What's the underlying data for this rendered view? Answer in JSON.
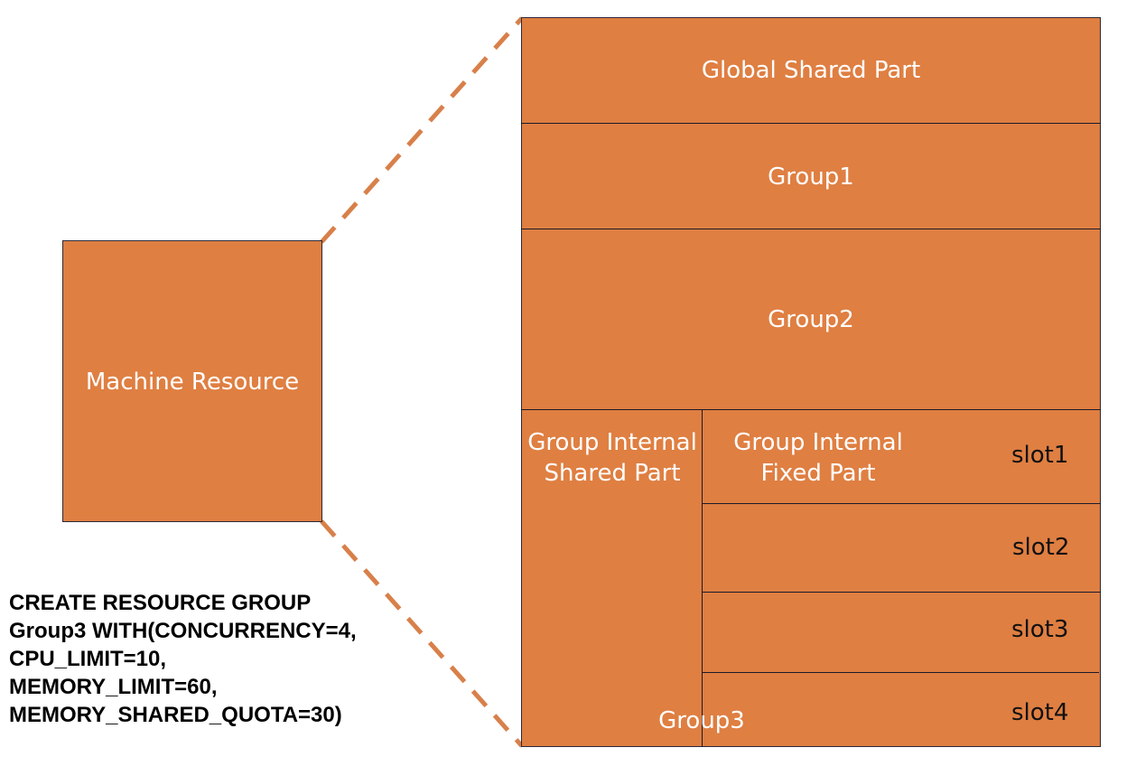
{
  "machine": {
    "label": "Machine Resource"
  },
  "stack": {
    "global_shared": "Global Shared Part",
    "group1": "Group1",
    "group2": "Group2",
    "group3": {
      "internal_shared": [
        "Group Internal",
        "Shared Part"
      ],
      "internal_fixed": [
        "Group Internal",
        "Fixed Part"
      ],
      "slots": [
        "slot1",
        "slot2",
        "slot3",
        "slot4"
      ],
      "name": "Group3"
    }
  },
  "sql": {
    "lines": [
      "CREATE RESOURCE GROUP",
      "Group3 WITH(CONCURRENCY=4,",
      "CPU_LIMIT=10,",
      "MEMORY_LIMIT=60,",
      "MEMORY_SHARED_QUOTA=30)"
    ]
  },
  "colors": {
    "fill": "#df7f42",
    "border": "#2a2a3a",
    "connector": "#d8804a"
  }
}
